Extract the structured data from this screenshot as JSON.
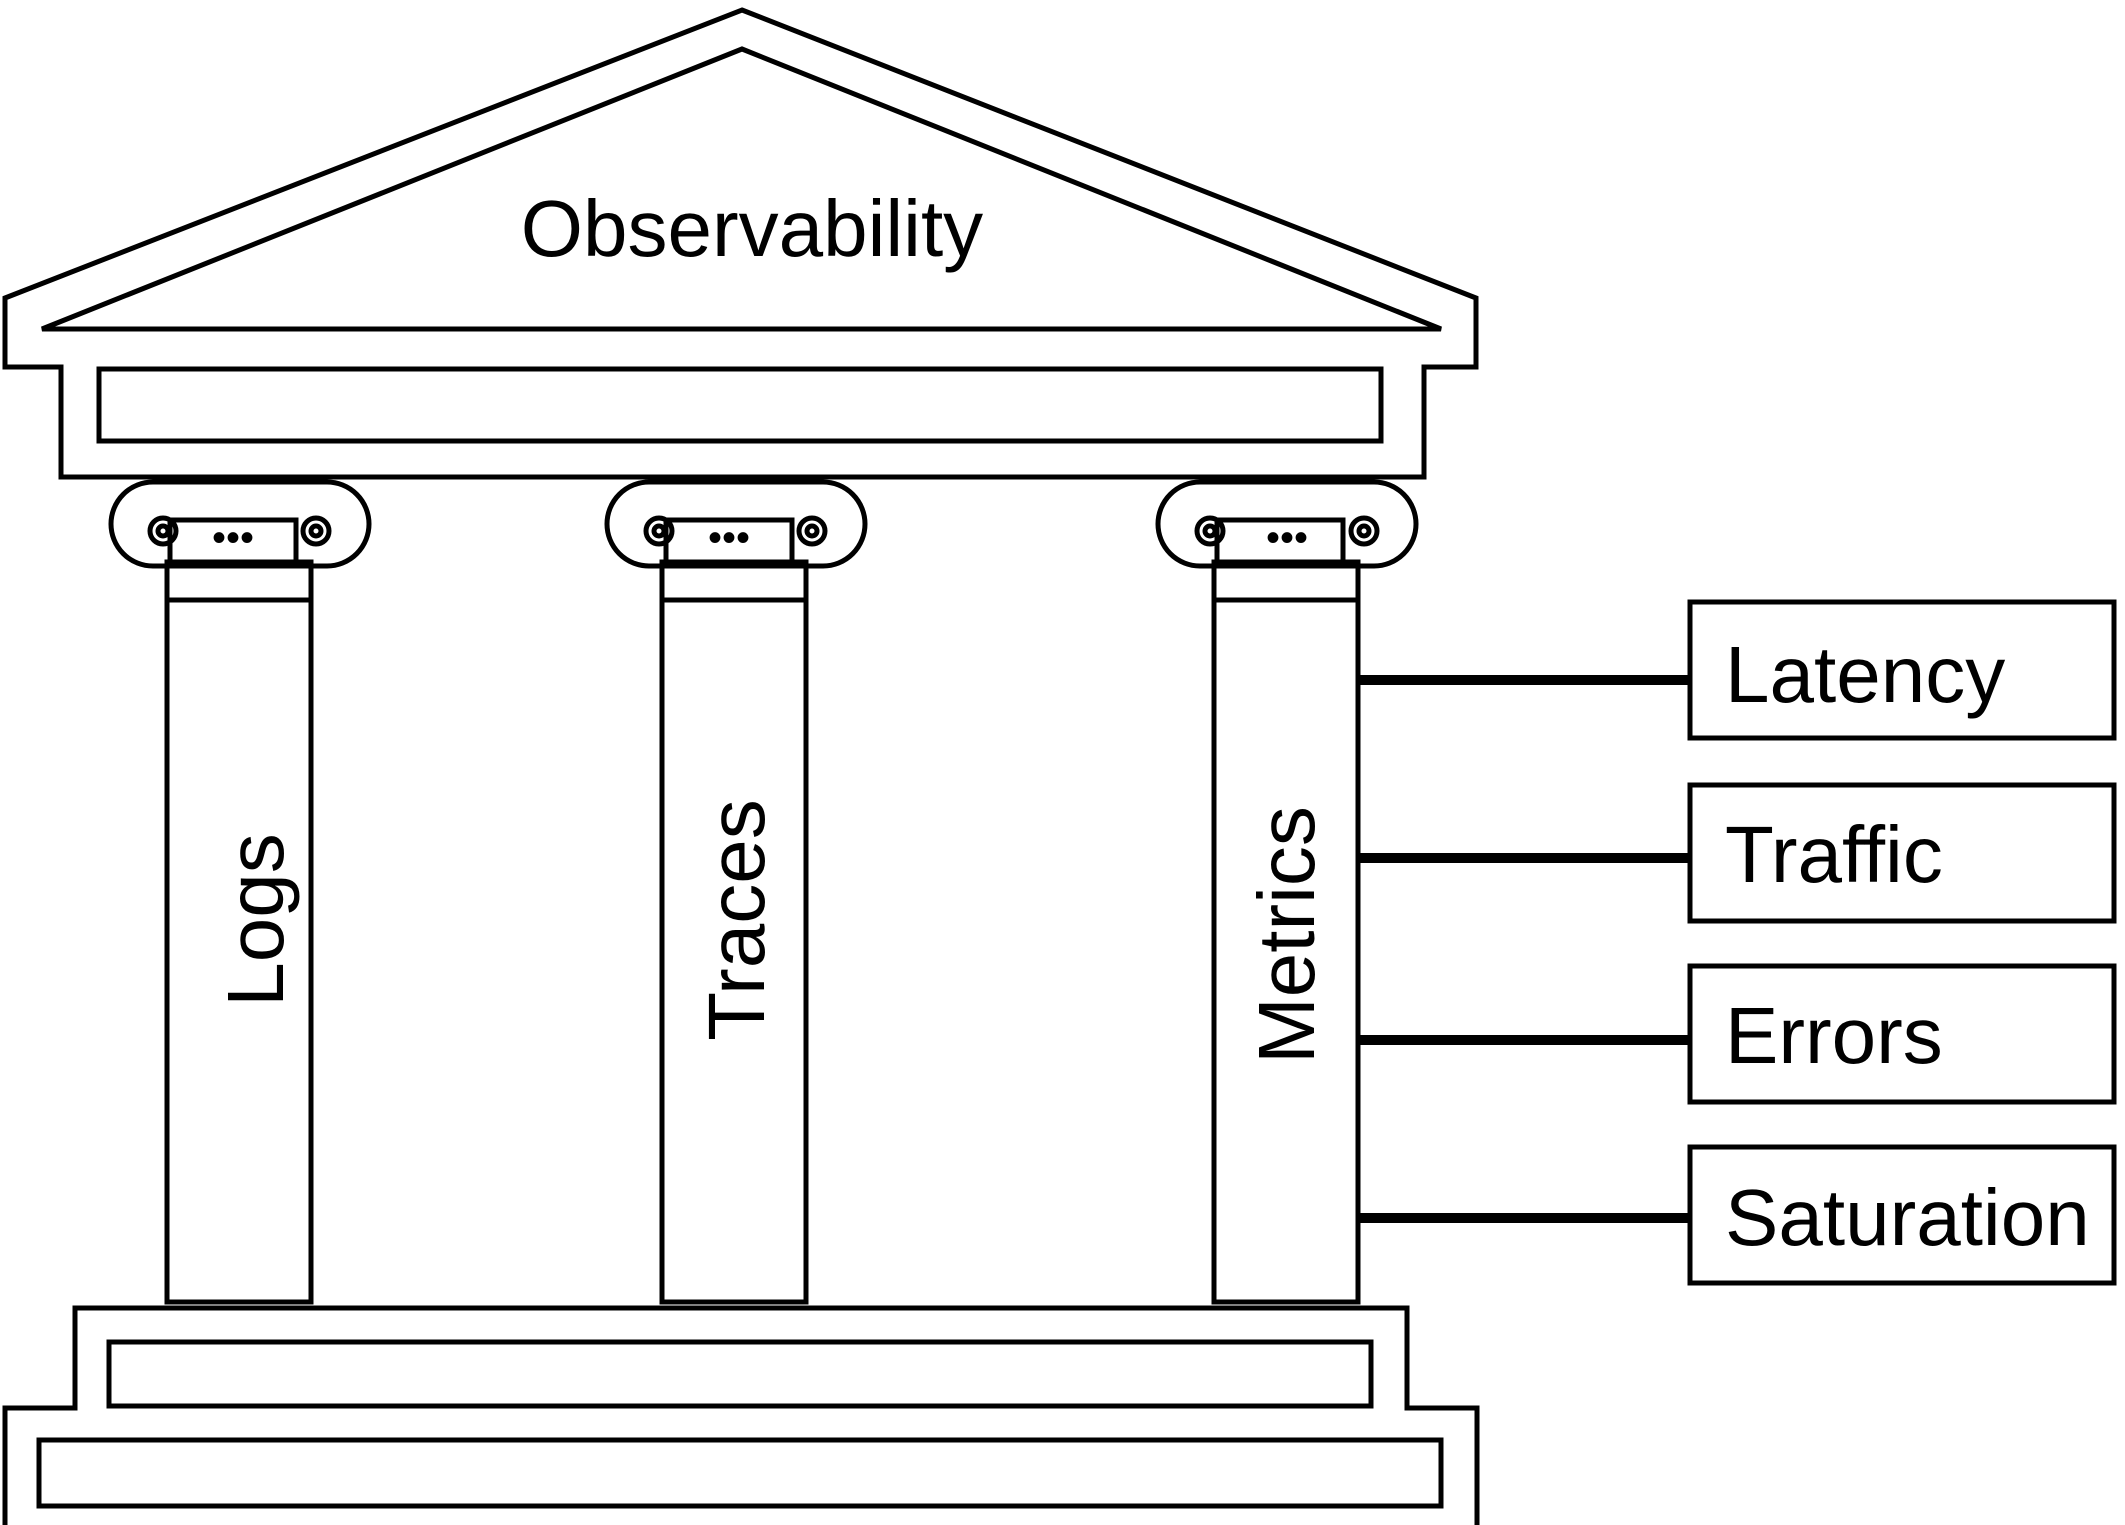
{
  "diagram": {
    "roof_label": "Observability",
    "pillars": [
      {
        "id": "logs",
        "label": "Logs"
      },
      {
        "id": "traces",
        "label": "Traces"
      },
      {
        "id": "metrics",
        "label": "Metrics"
      }
    ],
    "metric_signals": [
      {
        "id": "latency",
        "label": "Latency"
      },
      {
        "id": "traffic",
        "label": "Traffic"
      },
      {
        "id": "errors",
        "label": "Errors"
      },
      {
        "id": "saturation",
        "label": "Saturation"
      }
    ],
    "colors": {
      "line": "#000000",
      "background": "#ffffff"
    }
  }
}
